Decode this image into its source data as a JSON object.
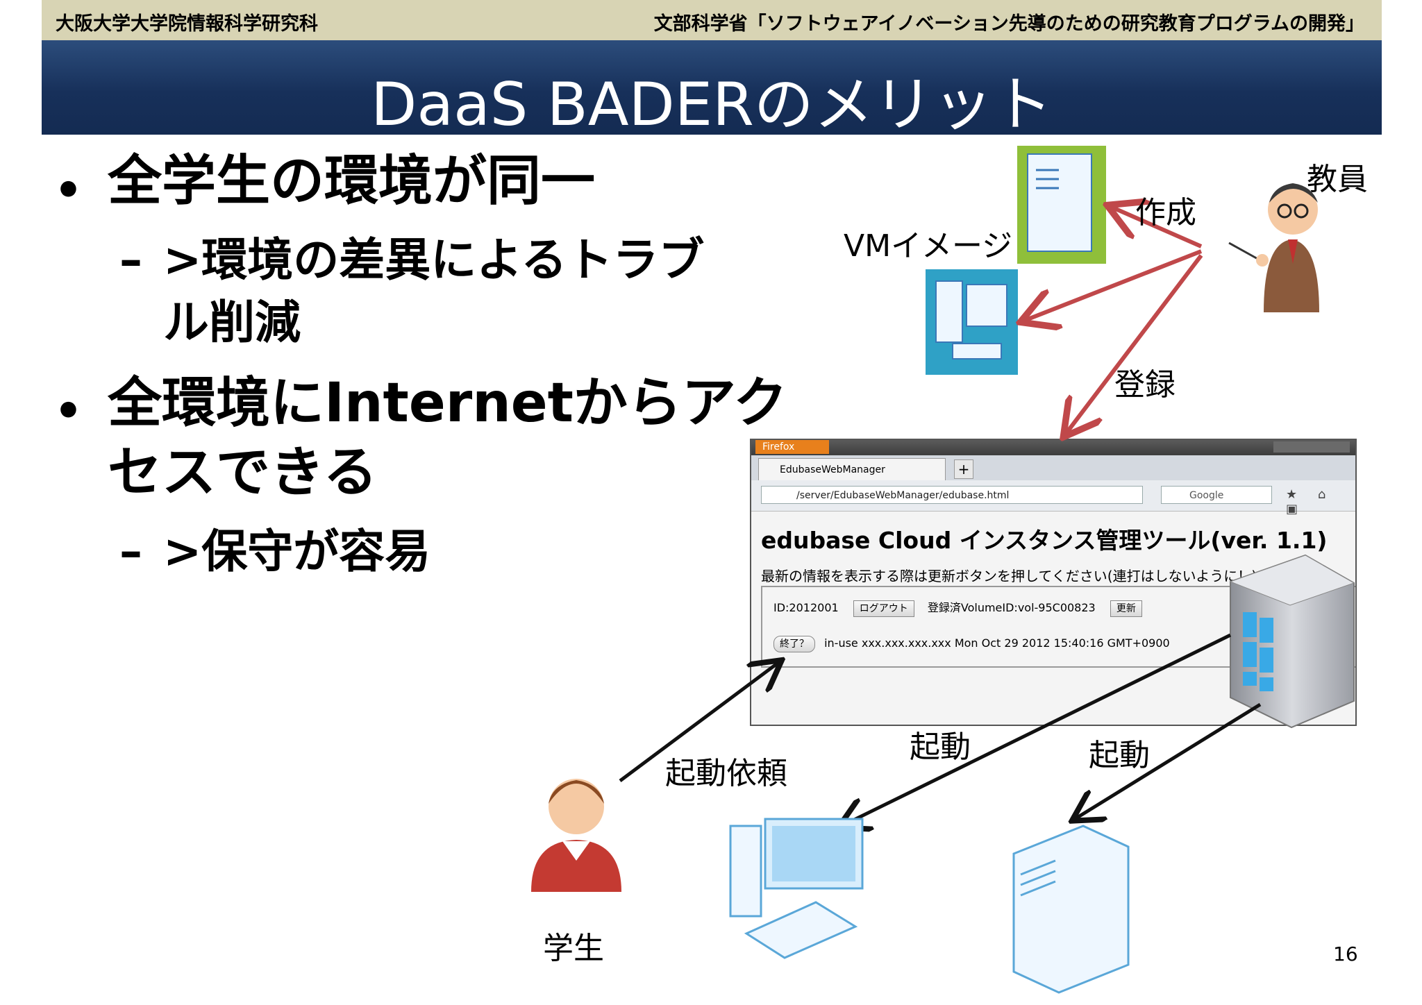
{
  "header": {
    "org": "大阪大学大学院情報科学研究科",
    "program": "文部科学省「ソフトウェアイノベーション先導のための研究教育プログラムの開発」",
    "title": "DaaS BADERのメリット"
  },
  "bullets": [
    {
      "text": "全学生の環境が同一",
      "sub": [
        "–",
        ">環境の差異によるトラブ",
        "ル削減"
      ]
    },
    {
      "text_line1": "全環境にInternetからアク",
      "text_line2": "セスできる",
      "sub": [
        "–",
        ">保守が容易"
      ]
    }
  ],
  "diagram": {
    "teacher_label": "教員",
    "create_label": "作成",
    "vm_image_label": "VMイメージ",
    "register_label": "登録",
    "student_label": "学生",
    "request_label": "起動依頼",
    "launch_label_1": "起動",
    "launch_label_2": "起動",
    "arrow_colors": {
      "red": "#c0484a",
      "black": "#111111"
    }
  },
  "browser": {
    "app_menu": "Firefox",
    "tab_title": "EdubaseWebManager",
    "url": "/server/EdubaseWebManager/edubase.html",
    "search_placeholder": "Google",
    "page_title": "edubase Cloud インスタンス管理ツール(ver. 1.1)",
    "note": "最新の情報を表示する際は更新ボタンを押してください(連打はしないように！)",
    "user_id": "ID:2012001",
    "logout_label": "ログアウト",
    "registered": "登録済VolumeID:vol-95C00823",
    "refresh_label": "更新",
    "end_label": "終了？",
    "instance_status": "in-use  xxx.xxx.xxx.xxx Mon Oct 29 2012 15:40:16 GMT+0900"
  },
  "page_number": "16"
}
